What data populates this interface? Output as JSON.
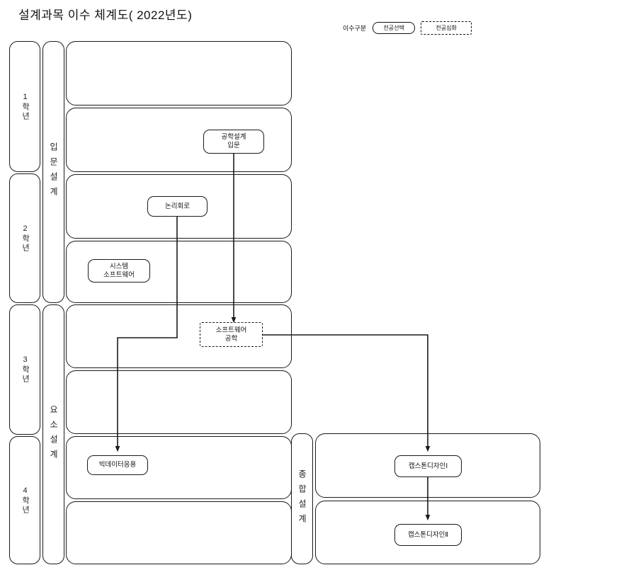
{
  "page": {
    "title": "설계과목 이수 체계도( 2022년도)"
  },
  "legend": {
    "label": "이수구분",
    "items": [
      {
        "text": "전공선택",
        "style": "solid"
      },
      {
        "text": "전공심화",
        "style": "dashed"
      }
    ]
  },
  "year_column": {
    "items": [
      {
        "label": "1학년"
      },
      {
        "label": "2학년"
      },
      {
        "label": "3학년"
      },
      {
        "label": "4학년"
      }
    ]
  },
  "design_stage_column": {
    "items": [
      {
        "label": "입문설계"
      },
      {
        "label": "요소설계"
      }
    ]
  },
  "capstone_stage_column": {
    "label": "종합설계"
  },
  "courses": [
    {
      "id": "eng-design-intro",
      "name": "공학설계\n입문",
      "type": "전공선택"
    },
    {
      "id": "logic-circuit",
      "name": "논리회로",
      "type": "전공선택"
    },
    {
      "id": "system-software",
      "name": "시스템\n소프트웨어",
      "type": "전공선택"
    },
    {
      "id": "software-engineering",
      "name": "소프트웨어\n공학",
      "type": "전공심화"
    },
    {
      "id": "bigdata-application",
      "name": "빅데이터응용",
      "type": "전공선택"
    },
    {
      "id": "capstone-design-1",
      "name": "캡스톤디자인Ⅰ",
      "type": "전공선택"
    },
    {
      "id": "capstone-design-2",
      "name": "캡스톤디자인Ⅱ",
      "type": "전공선택"
    }
  ],
  "flows": [
    {
      "from": "eng-design-intro",
      "to": "software-engineering"
    },
    {
      "from": "logic-circuit",
      "to": "bigdata-application"
    },
    {
      "from": "software-engineering",
      "to": "capstone-design-1"
    },
    {
      "from": "capstone-design-1",
      "to": "capstone-design-2"
    }
  ],
  "colors": {
    "line": "#1a1a1a",
    "background": "#ffffff",
    "text": "#111111"
  }
}
